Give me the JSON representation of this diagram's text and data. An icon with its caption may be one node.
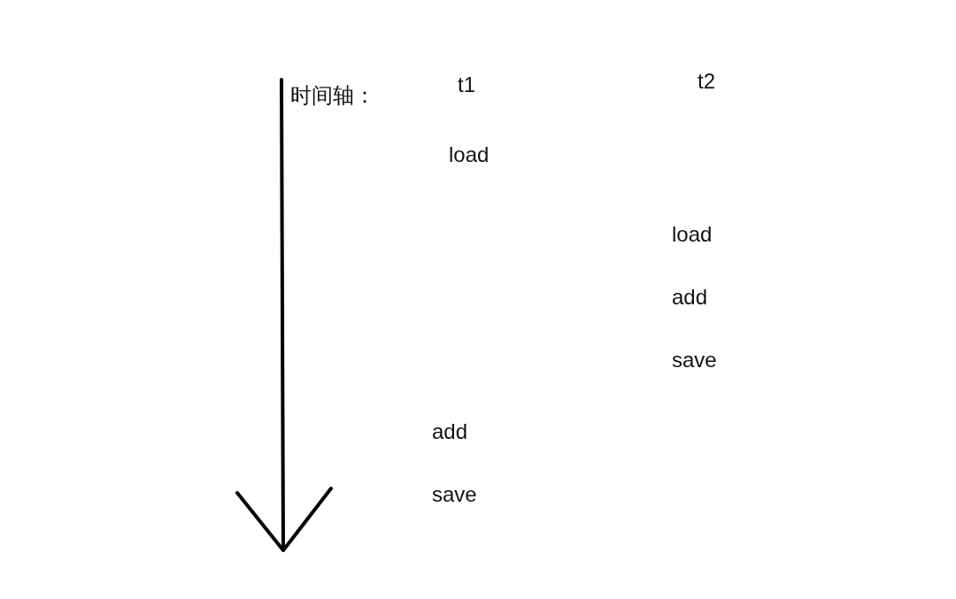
{
  "diagram": {
    "labels": [
      "时间轴：",
      "t1",
      "t2",
      "load",
      "load",
      "add",
      "save",
      "add",
      "save"
    ]
  }
}
